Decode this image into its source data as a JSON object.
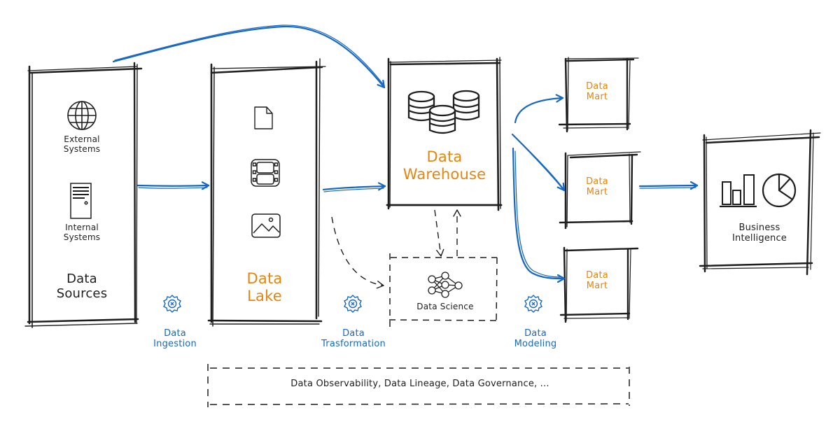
{
  "colors": {
    "stroke": "#1e1e1e",
    "arrow": "#1868c2",
    "highlight": "#e8850c",
    "background": "#ffffff"
  },
  "nodes": {
    "data_sources": {
      "title": "Data\nSources",
      "items": [
        {
          "icon": "globe-icon",
          "label": "External\nSystems"
        },
        {
          "icon": "server-icon",
          "label": "Internal\nSystems"
        }
      ]
    },
    "data_lake": {
      "title": "Data\nLake",
      "items": [
        {
          "icon": "document-icon"
        },
        {
          "icon": "film-icon"
        },
        {
          "icon": "image-icon"
        }
      ]
    },
    "data_warehouse": {
      "title": "Data\nWarehouse",
      "icon": "database-icon"
    },
    "data_science": {
      "title": "Data Science",
      "icon": "neural-network-icon"
    },
    "data_marts": [
      {
        "title": "Data\nMart"
      },
      {
        "title": "Data\nMart"
      },
      {
        "title": "Data\nMart"
      }
    ],
    "business_intelligence": {
      "title": "Business\nIntelligence",
      "icons": [
        "bar-chart-icon",
        "pie-chart-icon"
      ]
    }
  },
  "stages": [
    {
      "label": "Data\nIngestion",
      "icon": "gear-icon"
    },
    {
      "label": "Data\nTrasformation",
      "icon": "gear-icon"
    },
    {
      "label": "Data\nModeling",
      "icon": "gear-icon"
    }
  ],
  "governance_bar": {
    "text": "Data Observability, Data Lineage, Data Governance, ..."
  }
}
